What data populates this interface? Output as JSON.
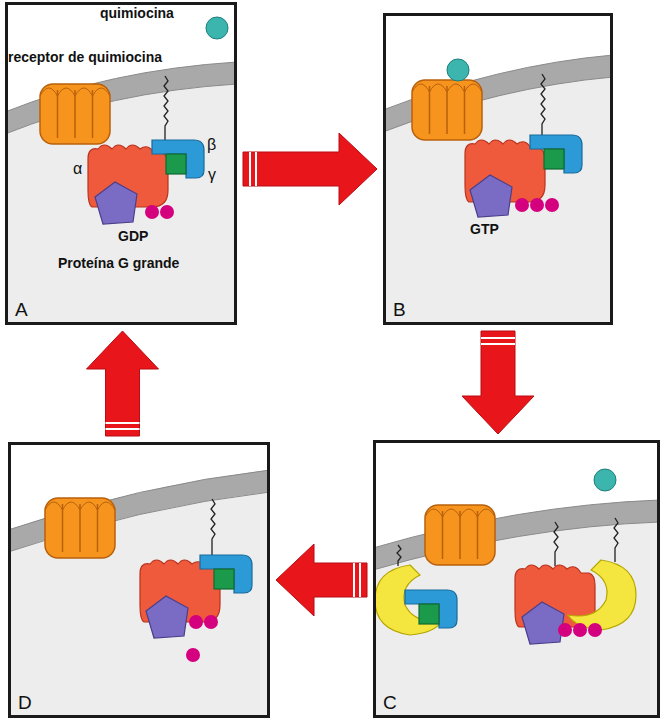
{
  "diagram": {
    "nodes": [
      {
        "text": [
          "A"
        ]
      },
      {
        "text": [
          "B"
        ]
      },
      {
        "text": [
          "C"
        ]
      },
      {
        "text": [
          "D"
        ]
      }
    ],
    "edges": [
      {
        "from": 0,
        "to": 1,
        "arrow": "to"
      },
      {
        "from": 1,
        "to": 2,
        "arrow": "to"
      },
      {
        "from": 2,
        "to": 3,
        "arrow": "to"
      },
      {
        "from": 3,
        "to": 0,
        "arrow": "to"
      }
    ],
    "labels": [
      "quimiocina",
      "receptor de quimiocina",
      "α",
      "β",
      "γ",
      "GDP",
      "Proteína G grande",
      "GTP"
    ]
  }
}
